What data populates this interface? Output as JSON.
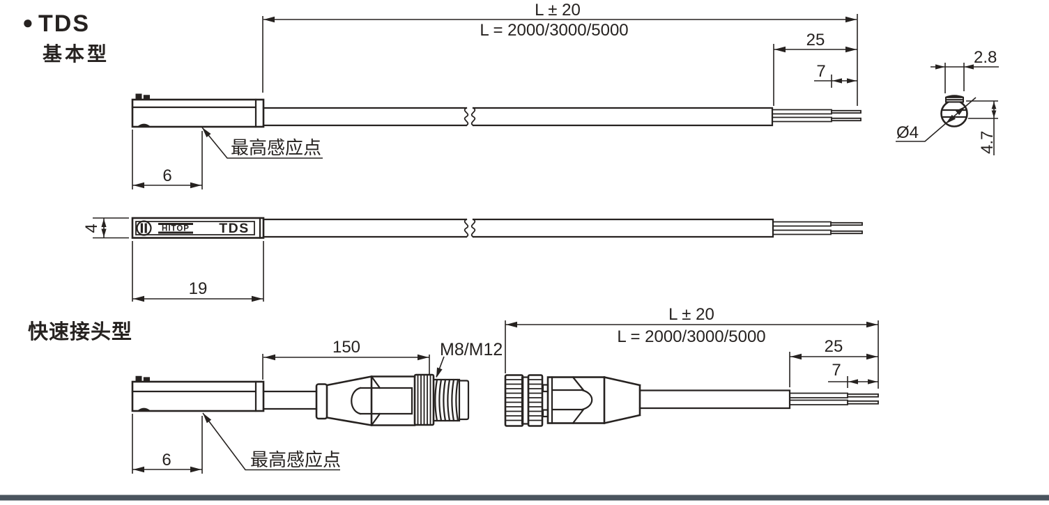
{
  "header": {
    "bullet": "●",
    "title": "TDS",
    "subtitle": "基本型"
  },
  "quick_connector_section": {
    "title": "快速接头型"
  },
  "device": {
    "brand": "HITOP",
    "model": "TDS"
  },
  "labels": {
    "max_sensing_point": "最高感应点",
    "thread_size": "M8/M12"
  },
  "dims_basic": {
    "length_tolerance": "L ± 20",
    "length_options": "L = 2000/3000/5000",
    "wire_length": "25",
    "strip_length": "7",
    "sensing_point_offset": "6",
    "body_height": "4",
    "body_length": "19"
  },
  "end_view_dims": {
    "screw_width": "2.8",
    "tip_diameter": "Ø4",
    "tip_height": "4.7"
  },
  "dims_connector": {
    "length_tolerance": "L ± 20",
    "length_options": "L = 2000/3000/5000",
    "pigtail_length": "150",
    "wire_length": "25",
    "strip_length": "7",
    "sensing_point_offset": "6"
  },
  "colors": {
    "line": "#262220",
    "footer_bar": "#4a545e",
    "background": "#ffffff"
  }
}
